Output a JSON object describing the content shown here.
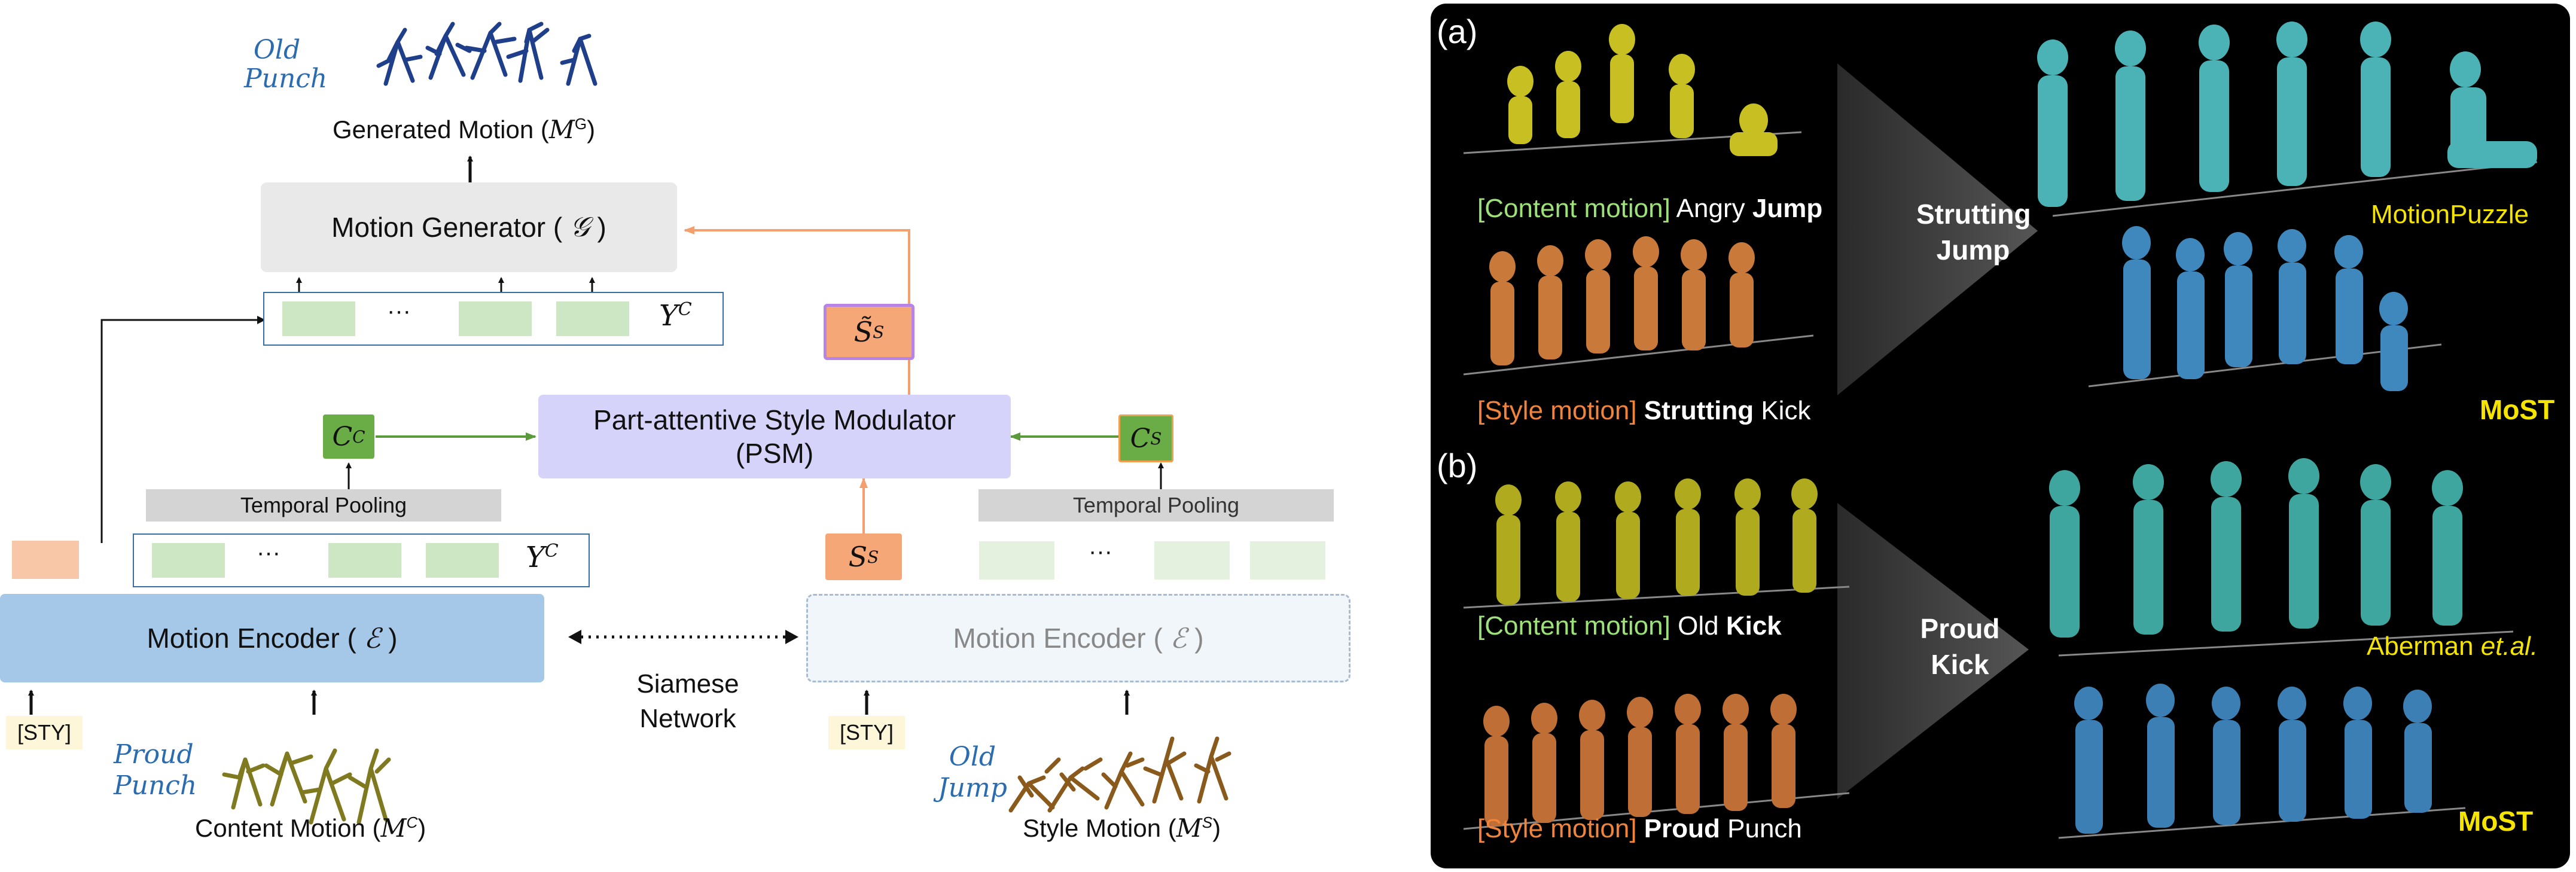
{
  "left": {
    "top_motion_tag": [
      "Old",
      "Punch"
    ],
    "generated_motion": "Generated Motion (",
    "generated_symbol": "M",
    "generated_sup": "G",
    "generator_label": "Motion Generator (",
    "generator_symbol": "𝒢",
    "ellipsis": "···",
    "yc_top": "Y",
    "yc_sup": "C",
    "s_tilde": "S̃",
    "s_tilde_sup": "S",
    "psm_line1": "Part-attentive Style Modulator",
    "psm_line2": "(PSM)",
    "cc_label": "C",
    "cc_sup": "C",
    "cs_label": "C",
    "cs_sup": "S",
    "temporal_pooling_left": "Temporal Pooling",
    "temporal_pooling_right": "Temporal  Pooling",
    "yc_bottom": "Y",
    "yc_bottom_sup": "C",
    "ss_label": "S",
    "ss_sup": "S",
    "encoder_label": "Motion Encoder (",
    "encoder_symbol": "ℰ",
    "encoder_ghost_label": "Motion Encoder (",
    "siamese_line1": "Siamese",
    "siamese_line2": "Network",
    "sty_left": "[STY]",
    "sty_right": "[STY]",
    "content_tag": [
      "Proud",
      "Punch"
    ],
    "style_tag": [
      "Old",
      "Jump"
    ],
    "content_motion": "Content Motion (",
    "content_symbol": "M",
    "content_sup": "C",
    "style_motion": "Style Motion (",
    "style_symbol": "M",
    "style_sup": "S",
    "close_paren": ")"
  },
  "right": {
    "panel_a": "(a)",
    "panel_b": "(b)",
    "a_content_bracket": "[Content motion]",
    "a_content_word1": "Angry",
    "a_content_word2": "Jump",
    "a_style_bracket": "[Style motion]",
    "a_style_word1": "Strutting",
    "a_style_word2": "Kick",
    "a_arrow_line1": "Strutting",
    "a_arrow_line2": "Jump",
    "a_method1": "MotionPuzzle",
    "a_method2": "MoST",
    "b_content_bracket": "[Content motion]",
    "b_content_word1": "Old",
    "b_content_word2": "Kick",
    "b_style_bracket": "[Style motion]",
    "b_style_word1": "Proud",
    "b_style_word2": "Punch",
    "b_arrow_line1": "Proud",
    "b_arrow_line2": "Kick",
    "b_method1_name": "Aberman",
    "b_method1_etal": "et.al.",
    "b_method2": "MoST"
  },
  "colors": {
    "encoder": "#a6c8e8",
    "generator": "#e9e9e9",
    "psm": "#d5d3fa",
    "green_dark": "#6aad46",
    "green_light": "#cde6c4",
    "orange": "#f6a778",
    "pooling": "#d4d4d4",
    "yellow_text": "#f5e400",
    "green_text": "#9ee07a",
    "orange_text": "#f0843c"
  }
}
